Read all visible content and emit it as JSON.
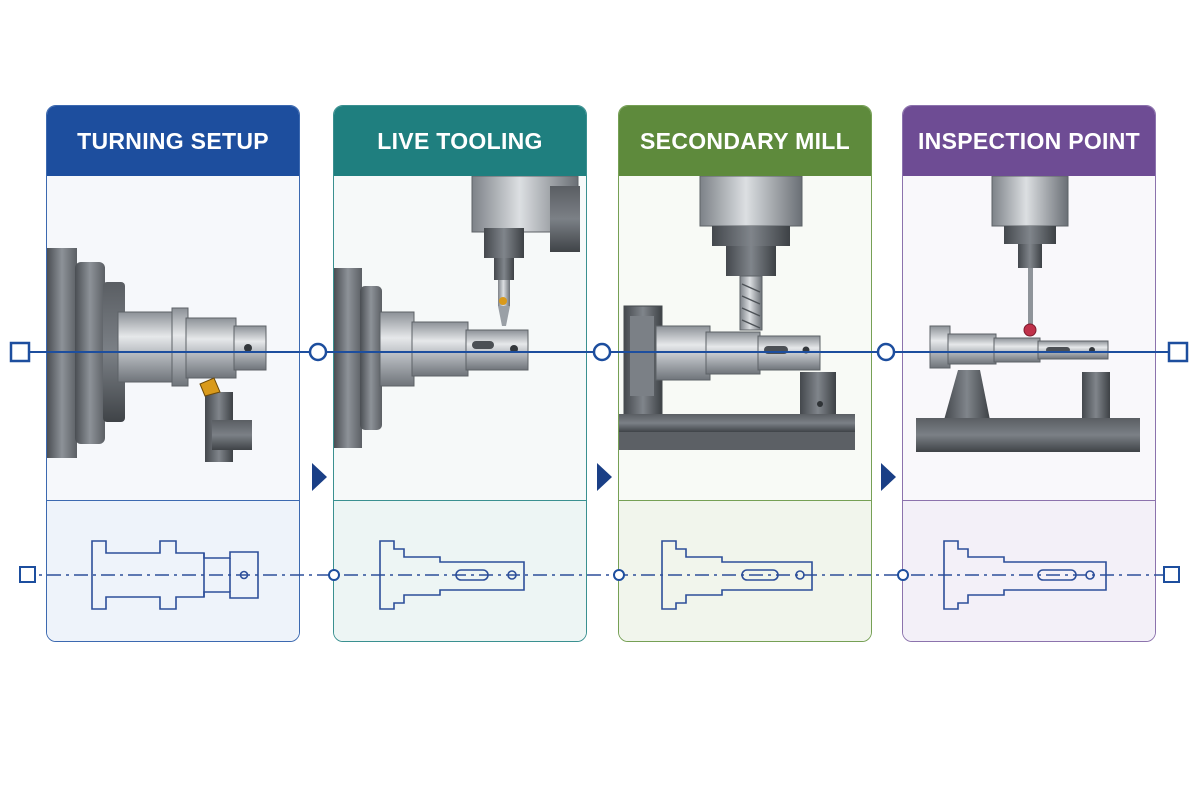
{
  "stages": [
    {
      "title": "TURNING SETUP",
      "color": "#1d4e9e",
      "border": "#3c69b0",
      "foot_bg": "#eef3fa",
      "illus_bg": "#f6f8fb"
    },
    {
      "title": "LIVE TOOLING",
      "color": "#1f7f7f",
      "border": "#3a9090",
      "foot_bg": "#edf5f4",
      "illus_bg": "#f6f9f9"
    },
    {
      "title": "SECONDARY MILL",
      "color": "#5e8a3c",
      "border": "#76a055",
      "foot_bg": "#f1f5ec",
      "illus_bg": "#f8faf6"
    },
    {
      "title": "INSPECTION POINT",
      "color": "#6e4c94",
      "border": "#8c73ad",
      "foot_bg": "#f3f0f8",
      "illus_bg": "#f9f8fb"
    }
  ],
  "icons": {
    "axis_end_marker": "square-node-icon",
    "axis_joint_marker": "circle-node-icon",
    "flow_arrow": "triangle-right-icon",
    "tool": "cutting-tool-icon",
    "probe": "ruby-probe-icon"
  },
  "colors": {
    "axis_line": "#1d4e9e",
    "part_steel": "#b9bdc2",
    "probe_tip": "#c0314a",
    "insert_gold": "#d99a1b"
  }
}
